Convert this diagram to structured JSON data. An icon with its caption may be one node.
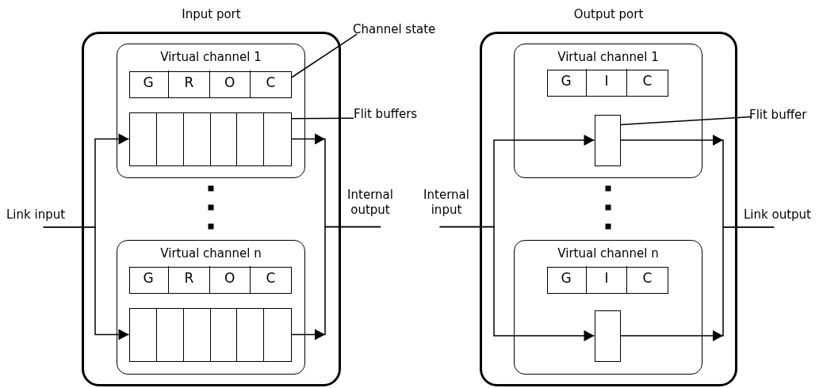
{
  "diagram": {
    "nodes": [
      {
        "text": [
          "Input port"
        ]
      },
      {
        "text": [
          "Virtual channel 1"
        ],
        "in": 0
      },
      {
        "text": [],
        "shape": "box",
        "in": 1
      },
      {
        "text": [
          "G"
        ],
        "in": 2
      },
      {
        "text": [
          "R"
        ],
        "in": 2
      },
      {
        "text": [
          "O"
        ],
        "in": 2
      },
      {
        "text": [
          "C"
        ],
        "in": 2
      },
      {
        "text": [],
        "shape": "box",
        "in": 1
      },
      {
        "text": [
          "Virtual channel n"
        ],
        "in": 0
      },
      {
        "text": [],
        "shape": "box",
        "in": 8
      },
      {
        "text": [
          "G"
        ],
        "in": 9
      },
      {
        "text": [
          "R"
        ],
        "in": 9
      },
      {
        "text": [
          "O"
        ],
        "in": 9
      },
      {
        "text": [
          "C"
        ],
        "in": 9
      },
      {
        "text": [],
        "shape": "box",
        "in": 8
      },
      {
        "text": [
          "Link input"
        ]
      },
      {
        "text": [
          "Internal output"
        ]
      },
      {
        "text": [
          "Channel state"
        ]
      },
      {
        "text": [
          "Flit buffers"
        ]
      },
      {
        "text": [
          "Output port"
        ]
      },
      {
        "text": [
          "Virtual channel 1"
        ],
        "in": 19
      },
      {
        "text": [],
        "shape": "box",
        "in": 20
      },
      {
        "text": [
          "G"
        ],
        "in": 21
      },
      {
        "text": [
          "I"
        ],
        "in": 21
      },
      {
        "text": [
          "C"
        ],
        "in": 21
      },
      {
        "text": [],
        "shape": "box",
        "in": 20
      },
      {
        "text": [
          "Virtual channel n"
        ],
        "in": 19
      },
      {
        "text": [],
        "shape": "box",
        "in": 26
      },
      {
        "text": [
          "G"
        ],
        "in": 27
      },
      {
        "text": [
          "I"
        ],
        "in": 27
      },
      {
        "text": [
          "C"
        ],
        "in": 27
      },
      {
        "text": [],
        "shape": "box",
        "in": 26
      },
      {
        "text": [
          "Internal input"
        ]
      },
      {
        "text": [
          "Link output"
        ]
      },
      {
        "text": [
          "Flit buffer"
        ]
      }
    ],
    "edges": [
      {
        "from": 15,
        "to": 7,
        "arrow": "to"
      },
      {
        "from": 15,
        "to": 14,
        "arrow": "to"
      },
      {
        "from": 7,
        "to": 16,
        "arrow": "to"
      },
      {
        "from": 14,
        "to": 16,
        "arrow": "to"
      },
      {
        "from": 17,
        "to": 2,
        "arrow": "none"
      },
      {
        "from": 18,
        "to": 7,
        "arrow": "none"
      },
      {
        "from": 32,
        "to": 25,
        "arrow": "to"
      },
      {
        "from": 32,
        "to": 31,
        "arrow": "to"
      },
      {
        "from": 25,
        "to": 33,
        "arrow": "to"
      },
      {
        "from": 31,
        "to": 33,
        "arrow": "to"
      },
      {
        "from": 34,
        "to": 25,
        "arrow": "none"
      }
    ]
  }
}
